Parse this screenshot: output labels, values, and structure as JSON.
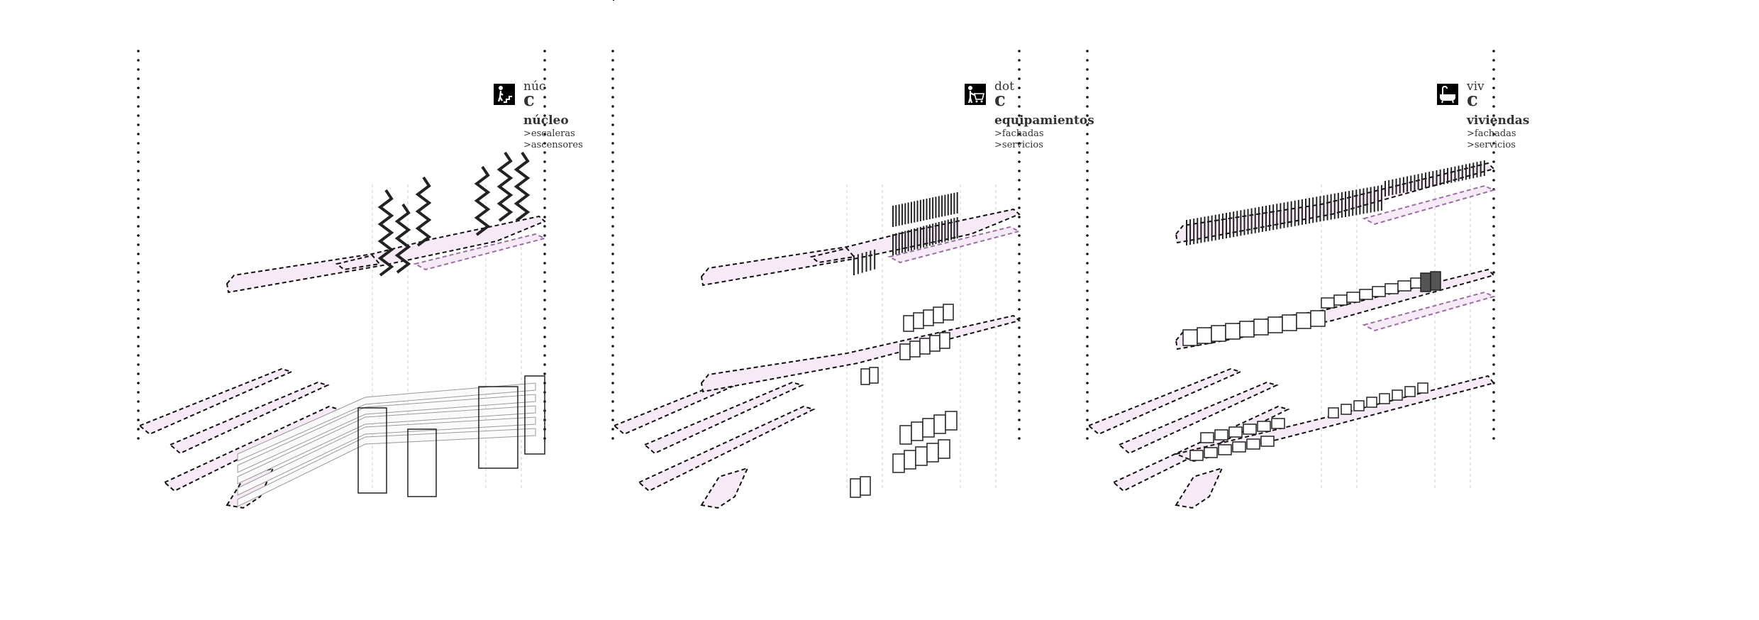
{
  "panels": [
    {
      "icon": "stairs-person-icon",
      "abbr": "núc",
      "letter": "c",
      "name": "núcleo",
      "items": [
        ">escaleras",
        ">ascensores"
      ]
    },
    {
      "icon": "shopping-cart-person-icon",
      "abbr": "dot",
      "letter": "c",
      "name": "equipamientos",
      "items": [
        ">fachadas",
        ">servicios"
      ]
    },
    {
      "icon": "bathtub-icon",
      "abbr": "viv",
      "letter": "c",
      "name": "viviendas",
      "items": [
        ">fachadas",
        ">servicios"
      ]
    }
  ],
  "colors": {
    "line": "#111111",
    "slab_fill": "#f6eaf6",
    "accent": "#9b6fa3",
    "guide": "#cccccc"
  }
}
